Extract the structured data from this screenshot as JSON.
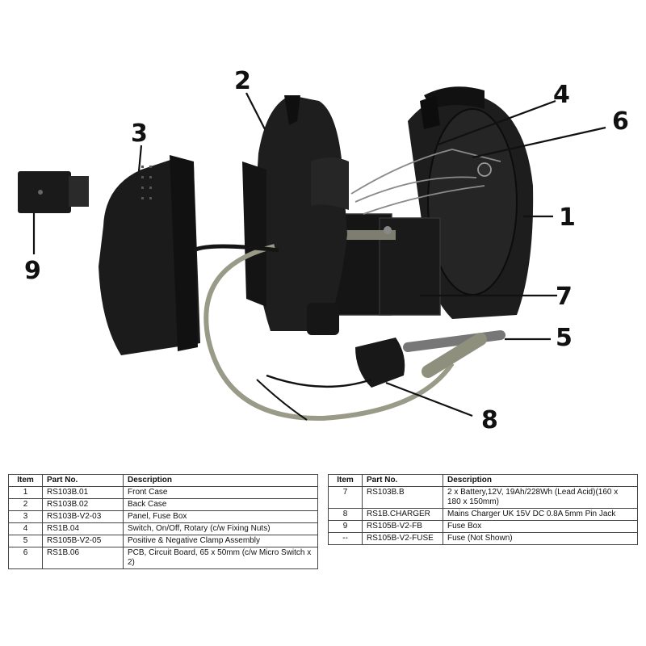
{
  "callouts": [
    "1",
    "2",
    "3",
    "4",
    "5",
    "6",
    "7",
    "8",
    "9"
  ],
  "table_headers": {
    "item": "Item",
    "part_no": "Part No.",
    "description": "Description"
  },
  "parts_left": [
    {
      "item": "1",
      "part_no": "RS103B.01",
      "description": "Front Case"
    },
    {
      "item": "2",
      "part_no": "RS103B.02",
      "description": "Back Case"
    },
    {
      "item": "3",
      "part_no": "RS103B-V2-03",
      "description": "Panel, Fuse Box"
    },
    {
      "item": "4",
      "part_no": "RS1B.04",
      "description": "Switch, On/Off, Rotary (c/w Fixing Nuts)"
    },
    {
      "item": "5",
      "part_no": "RS105B-V2-05",
      "description": "Positive & Negative Clamp Assembly"
    },
    {
      "item": "6",
      "part_no": "RS1B.06",
      "description": "PCB, Circuit Board, 65 x 50mm (c/w Micro Switch x 2)"
    }
  ],
  "parts_right": [
    {
      "item": "7",
      "part_no": "RS103B.B",
      "description": "2 x Battery,12V, 19Ah/228Wh (Lead Acid)(160 x 180 x 150mm)"
    },
    {
      "item": "8",
      "part_no": "RS1B.CHARGER",
      "description": "Mains Charger UK 15V DC 0.8A 5mm Pin Jack"
    },
    {
      "item": "9",
      "part_no": "RS105B-V2-FB",
      "description": "Fuse Box"
    },
    {
      "item": "--",
      "part_no": "RS105B-V2-FUSE",
      "description": "Fuse (Not Shown)"
    }
  ],
  "colors": {
    "case": "#1c1c1c",
    "clamp_lead": "#9a9a88",
    "leader": "#111111"
  }
}
